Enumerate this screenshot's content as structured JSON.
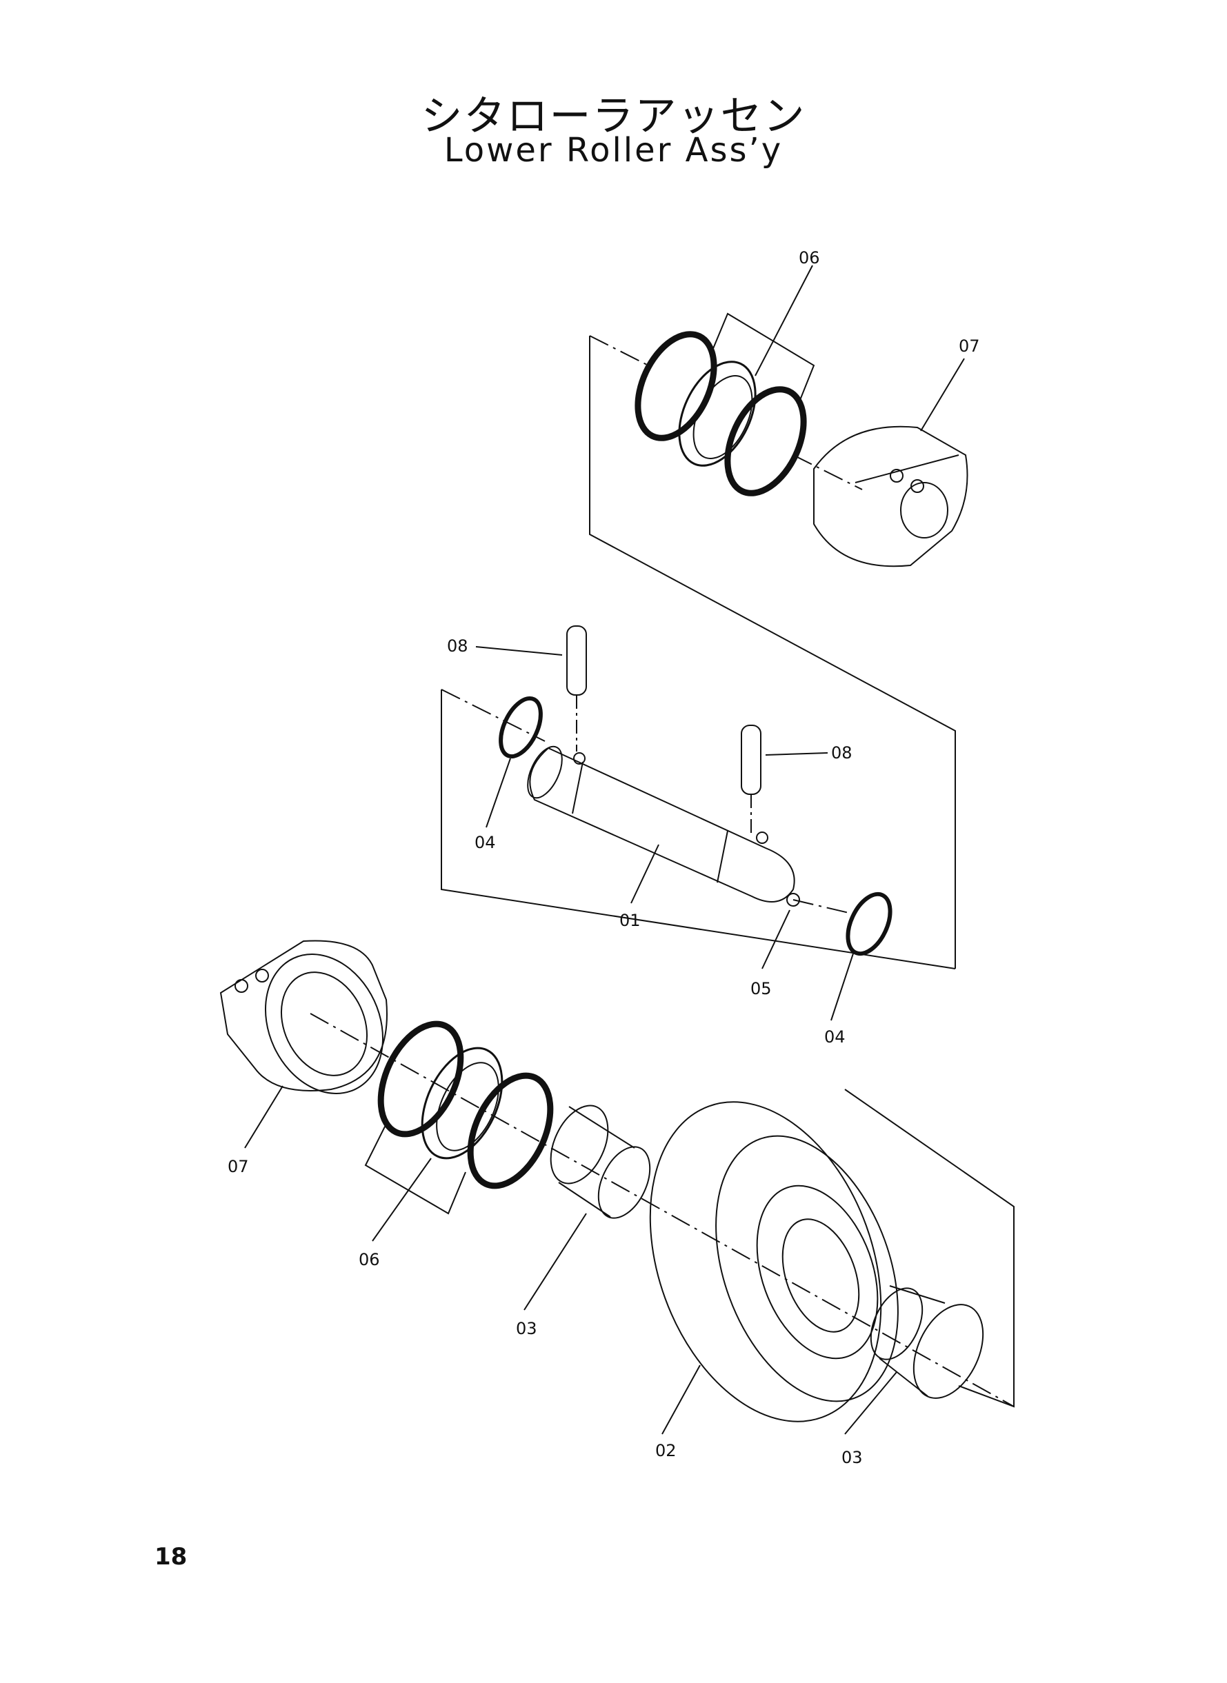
{
  "title_jp": "シタローラアッセン",
  "title_en": "Lower Roller Ass’y",
  "page_number": "18",
  "callouts": {
    "c06_top": "06",
    "c07_top": "07",
    "c08_left": "08",
    "c08_right": "08",
    "c04_left": "04",
    "c01": "01",
    "c05": "05",
    "c04_right": "04",
    "c07_bottom": "07",
    "c06_bottom": "06",
    "c03_left": "03",
    "c02": "02",
    "c03_right": "03"
  }
}
